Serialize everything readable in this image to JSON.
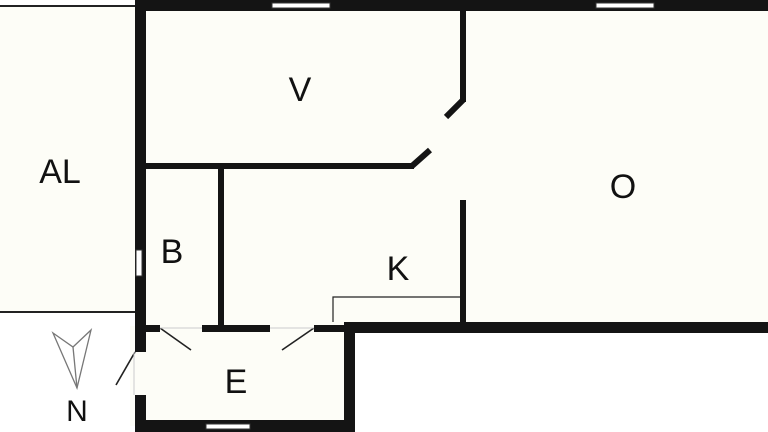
{
  "rooms": {
    "v": "V",
    "al": "AL",
    "o": "O",
    "b": "B",
    "k": "K",
    "e": "E"
  },
  "compass": {
    "label": "N"
  },
  "colors": {
    "wall": "#141414",
    "floor": "#fdfdf7",
    "outside": "#ffffff"
  }
}
